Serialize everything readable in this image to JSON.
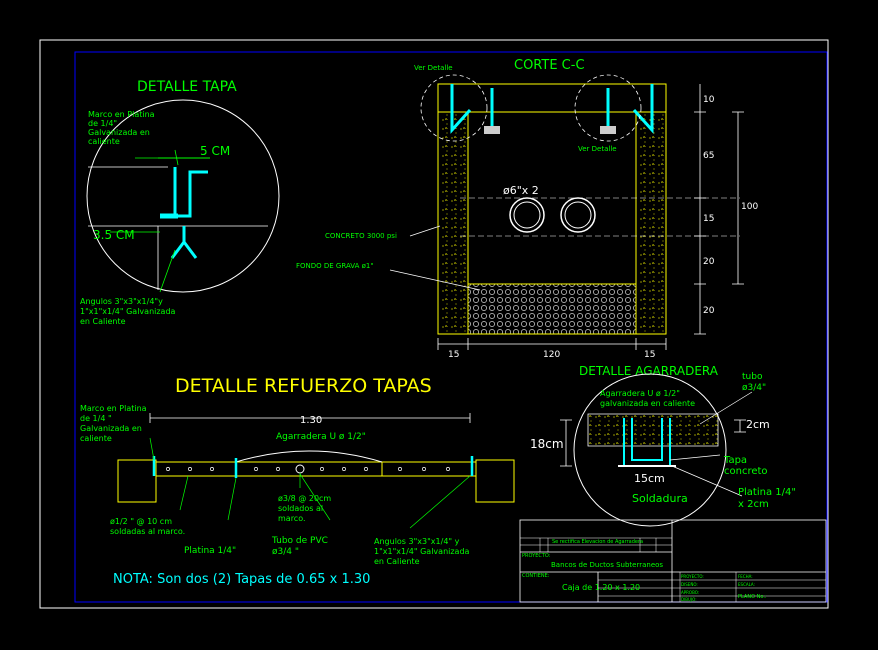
{
  "colors": {
    "background": "#000000",
    "outline": "#ffffff",
    "yellow": "#ffff00",
    "green": "#00ff00",
    "cyan": "#00ffff",
    "blue": "#3333ff",
    "red": "#ff0000"
  },
  "detalle_tapa": {
    "title": "DETALLE TAPA",
    "marco_1": "Marco en Platina",
    "marco_2": "de 1/4\"",
    "marco_3": "Galvanizada en",
    "marco_4": "caliente",
    "dim_top": "5 CM",
    "dim_side": "3.5 CM",
    "angulos_1": "Angulos  3\"x3\"x1/4\"y",
    "angulos_2": "1\"x1\"x1/4\" Galvanizada",
    "angulos_3": "en Caliente"
  },
  "corte": {
    "title": "CORTE C-C",
    "ver_detalle_left": "Ver Detalle",
    "ver_detalle_right": "Ver Detalle",
    "concreto": "CONCRETO 3000 psi",
    "fondo": "FONDO DE GRAVA ø1\"",
    "tubes": "ø6\"x 2",
    "dim_10": "10",
    "dim_65": "65",
    "dim_15": "15",
    "dim_20a": "20",
    "dim_20b": "20",
    "dim_100": "100",
    "dim_bottom_left": "15",
    "dim_bottom_mid": "120",
    "dim_bottom_right": "15"
  },
  "refuerzo": {
    "title": "DETALLE REFUERZO TAPAS",
    "marco_1": "Marco en Platina",
    "marco_2": "de 1/4 \"",
    "marco_3": "Galvanizada en",
    "marco_4": "caliente",
    "dim_130": "1.30",
    "agarradera": "Agarradera U ø 1/2\"",
    "varilla_1": "ø1/2 \" @ 10 cm",
    "varilla_2": "soldadas al marco.",
    "platina": "Platina 1/4\"",
    "rod_1": "ø3/8 @ 20cm",
    "rod_2": "soldados al",
    "rod_3": "marco.",
    "pvc_1": "Tubo de PVC",
    "pvc_2": "ø3/4 \"",
    "angulos_1": "Angulos   3\"x3\"x1/4\" y",
    "angulos_2": "1\"x1\"x1/4\" Galvanizada",
    "angulos_3": "en Caliente"
  },
  "agarradera": {
    "title": "DETALLE AGARRADERA",
    "tubo_1": "tubo",
    "tubo_2": "ø3/4\"",
    "agarradera_1": "Agarradera U ø 1/2\"",
    "agarradera_2": "galvanizada en caliente",
    "dim_2cm": "2cm",
    "dim_18cm": "18cm",
    "dim_15cm": "15cm",
    "tapa_1": "Tapa",
    "tapa_2": "concreto",
    "soldadura": "Soldadura",
    "platina_1": "Platina 1/4\"",
    "platina_2": "x 2cm"
  },
  "nota": "NOTA: Son dos (2) Tapas de 0.65 x 1.30",
  "title_block": {
    "rev_row": "Se rectifica Elevacion de Agarradera",
    "proyecto": "PROYECTO:",
    "contiene": "CONTIENE:",
    "line_1": "Bancos de Ductos Subterraneos",
    "line_2": "Caja de 1.20 x 1.20",
    "f_proyecto": "PROYECTO:",
    "f_disenio": "DISEÑO:",
    "f_aprobo": "APROBO:",
    "f_dibujo": "DIBUJO:",
    "f_fecha": "FECHA:",
    "f_escala": "ESCALA:",
    "f_plano": "PLANO No.:"
  }
}
